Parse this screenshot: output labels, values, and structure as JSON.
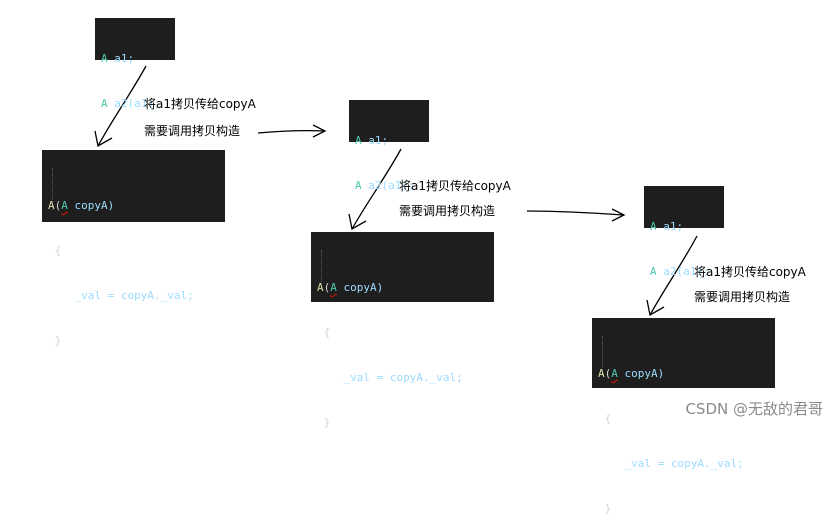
{
  "panels": [
    {
      "call_box": {
        "line1_type": "A",
        "line1_var": "a1;",
        "line2_type": "A",
        "line2_call": "a2(a1);"
      },
      "ctor_box": {
        "ctor_name": "A",
        "open_paren": "(",
        "param_type": "A",
        "param_name": "copyA)",
        "open_brace": "{",
        "body": "_val = copyA._val;",
        "close_brace": "}"
      },
      "caption_line1": "将a1拷贝传给copyA",
      "caption_line2": "需要调用拷贝构造"
    },
    {
      "call_box": {
        "line1_type": "A",
        "line1_var": "a1;",
        "line2_type": "A",
        "line2_call": "a2(a1);"
      },
      "ctor_box": {
        "ctor_name": "A",
        "open_paren": "(",
        "param_type": "A",
        "param_name": "copyA)",
        "open_brace": "{",
        "body": "_val = copyA._val;",
        "close_brace": "}"
      },
      "caption_line1": "将a1拷贝传给copyA",
      "caption_line2": "需要调用拷贝构造"
    },
    {
      "call_box": {
        "line1_type": "A",
        "line1_var": "a1;",
        "line2_type": "A",
        "line2_call": "a2(a1);"
      },
      "ctor_box": {
        "ctor_name": "A",
        "open_paren": "(",
        "param_type": "A",
        "param_name": "copyA)",
        "open_brace": "{",
        "body": "_val = copyA._val;",
        "close_brace": "}"
      },
      "caption_line1": "将a1拷贝传给copyA",
      "caption_line2": "需要调用拷贝构造"
    }
  ],
  "watermark": "CSDN @无敌的君哥"
}
